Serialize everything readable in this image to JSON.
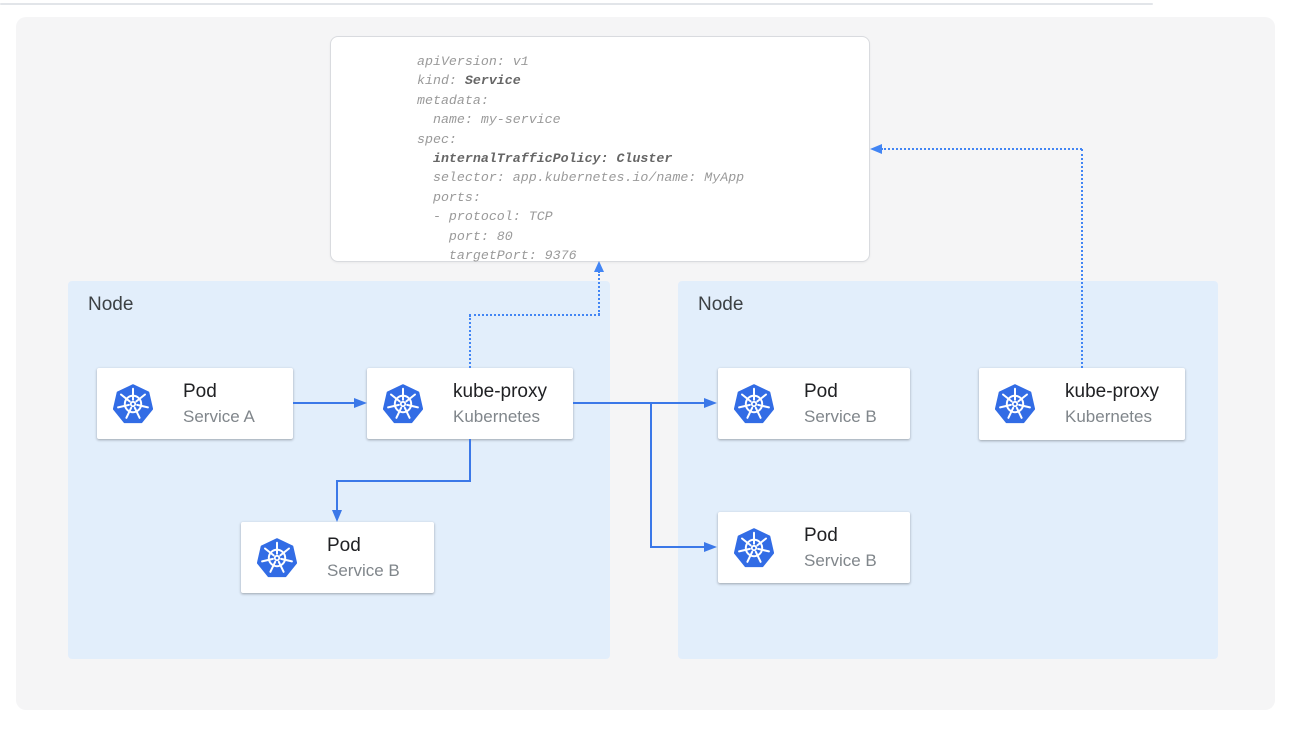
{
  "colors": {
    "accent_blue_dotted": "#4285f4",
    "accent_blue_solid": "#3b78e8",
    "kubernetes_blue": "#326ce5",
    "node_fill": "#e2eefb",
    "panel_fill": "#f5f5f6",
    "code_text": "#9a9a9a",
    "code_bold_text": "#666666"
  },
  "icons": {
    "kubernetes": "kubernetes-helm-wheel-heptagon"
  },
  "yaml_card": {
    "lines": [
      {
        "segments": [
          {
            "text": "apiVersion: v1",
            "bold": false
          }
        ]
      },
      {
        "segments": [
          {
            "text": "kind: ",
            "bold": false
          },
          {
            "text": "Service",
            "bold": true
          }
        ]
      },
      {
        "segments": [
          {
            "text": "metadata:",
            "bold": false
          }
        ]
      },
      {
        "segments": [
          {
            "text": "  name: my-service",
            "bold": false
          }
        ]
      },
      {
        "segments": [
          {
            "text": "spec:",
            "bold": false
          }
        ]
      },
      {
        "segments": [
          {
            "text": "  ",
            "bold": false
          },
          {
            "text": "internalTrafficPolicy: Cluster",
            "bold": true
          }
        ]
      },
      {
        "segments": [
          {
            "text": "  selector: app.kubernetes.io/name: MyApp",
            "bold": false
          }
        ]
      },
      {
        "segments": [
          {
            "text": "  ports:",
            "bold": false
          }
        ]
      },
      {
        "segments": [
          {
            "text": "  - protocol: TCP",
            "bold": false
          }
        ]
      },
      {
        "segments": [
          {
            "text": "    port: 80",
            "bold": false
          }
        ]
      },
      {
        "segments": [
          {
            "text": "    targetPort: 9376",
            "bold": false
          }
        ]
      }
    ]
  },
  "nodes": [
    {
      "label": "Node",
      "cards": [
        {
          "title": "Pod",
          "subtitle": "Service A"
        },
        {
          "title": "kube-proxy",
          "subtitle": "Kubernetes"
        },
        {
          "title": "Pod",
          "subtitle": "Service B"
        }
      ]
    },
    {
      "label": "Node",
      "cards": [
        {
          "title": "Pod",
          "subtitle": "Service B"
        },
        {
          "title": "Pod",
          "subtitle": "Service B"
        },
        {
          "title": "kube-proxy",
          "subtitle": "Kubernetes"
        }
      ]
    }
  ]
}
